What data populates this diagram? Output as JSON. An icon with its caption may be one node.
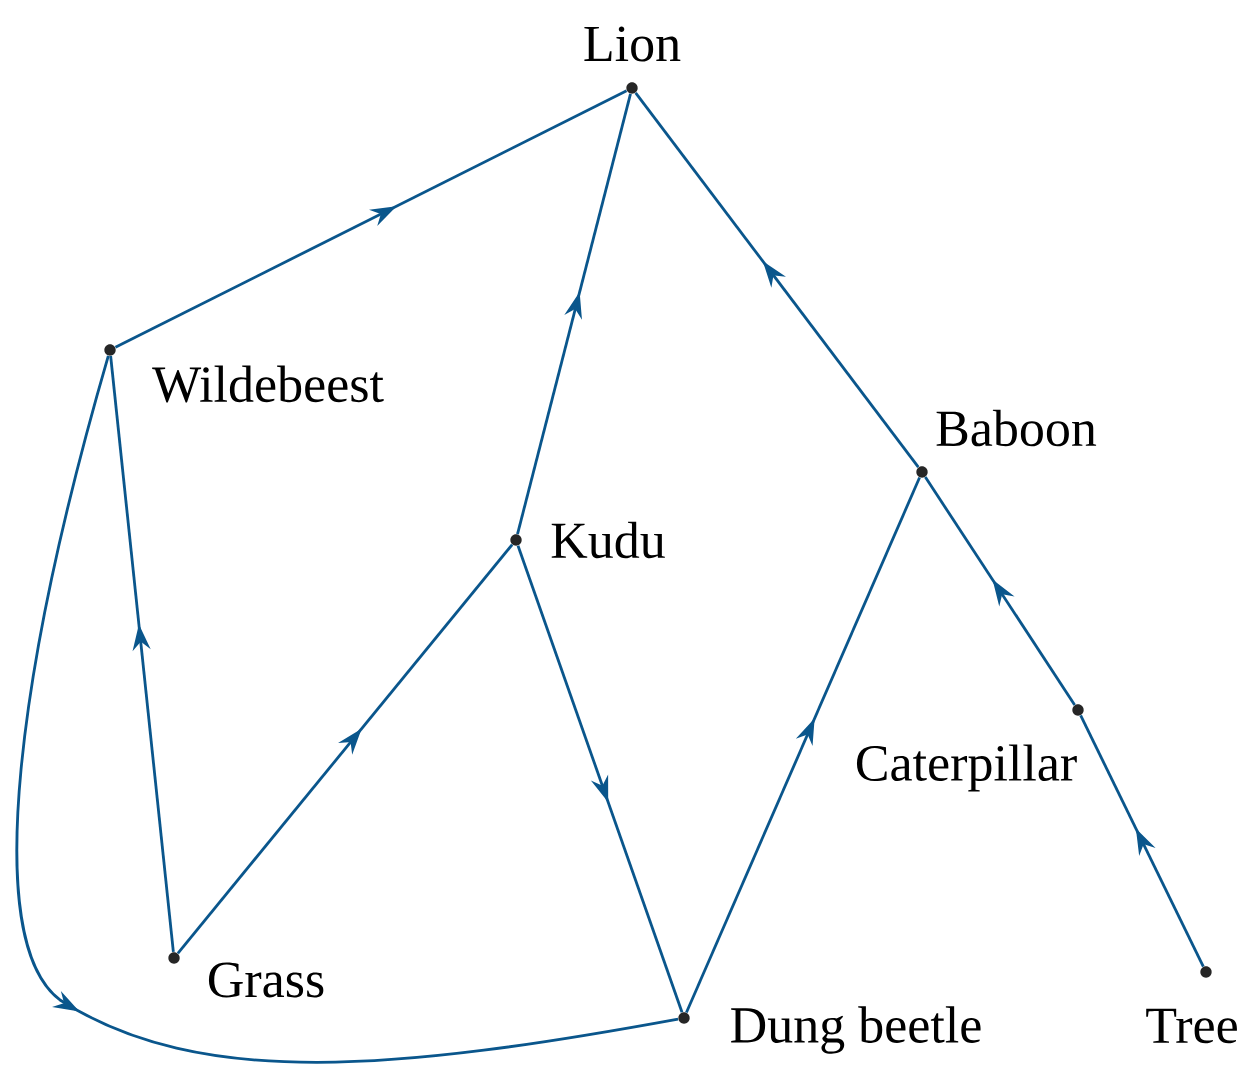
{
  "diagram": {
    "nodes": [
      {
        "text": [
          "Lion"
        ]
      },
      {
        "text": [
          "Wildebeest"
        ]
      },
      {
        "text": [
          "Kudu"
        ]
      },
      {
        "text": [
          "Baboon"
        ]
      },
      {
        "text": [
          "Caterpillar"
        ]
      },
      {
        "text": [
          "Grass"
        ]
      },
      {
        "text": [
          "Dung beetle"
        ]
      },
      {
        "text": [
          "Tree"
        ]
      }
    ],
    "edges": [
      {
        "from": 1,
        "to": 0,
        "arrow": "to"
      },
      {
        "from": 2,
        "to": 0,
        "arrow": "to"
      },
      {
        "from": 3,
        "to": 0,
        "arrow": "to"
      },
      {
        "from": 5,
        "to": 1,
        "arrow": "to"
      },
      {
        "from": 5,
        "to": 2,
        "arrow": "to"
      },
      {
        "from": 2,
        "to": 6,
        "arrow": "to"
      },
      {
        "from": 6,
        "to": 3,
        "arrow": "to"
      },
      {
        "from": 4,
        "to": 3,
        "arrow": "to"
      },
      {
        "from": 7,
        "to": 4,
        "arrow": "to"
      },
      {
        "from": 1,
        "to": 6,
        "arrow": "to"
      }
    ]
  }
}
